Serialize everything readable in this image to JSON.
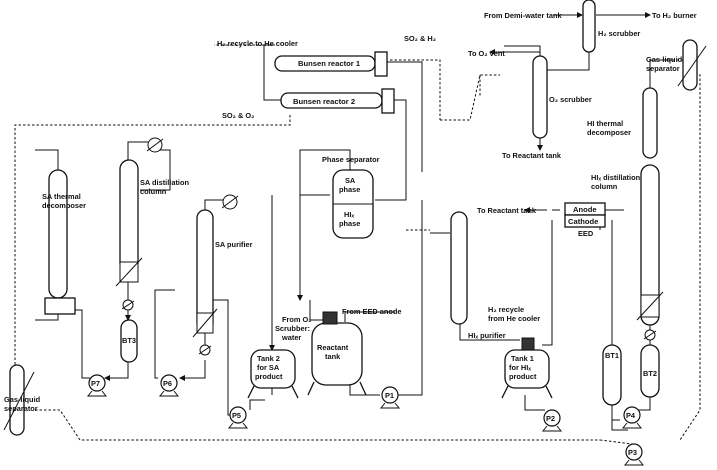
{
  "labels": {
    "from_demi": "From Demi-water tank",
    "to_h2_burner": "To H₂ burner",
    "h2_scrubber": "H₂ scrubber",
    "h2_recycle_he": "H₂ recycle to He cooler",
    "so2_h2": "SO₂ & H₂",
    "to_o2_vent": "To O₂ vent",
    "gas_liquid_sep_top": "Gas-liquid separator",
    "bunsen1": "Bunsen reactor 1",
    "bunsen2": "Bunsen reactor 2",
    "o2_scrubber": "O₂ scrubber",
    "so2_o2": "SO₂ & O₂",
    "hi_thermal": "HI thermal decomposer",
    "to_reactant_tank_1": "To Reactant tank",
    "phase_separator": "Phase separator",
    "sa_phase": "SA phase",
    "hi_phase": "HIₓ phase",
    "sa_distillation": "SA distillation column",
    "hi_distillation": "HIₓ distillation column",
    "sa_thermal": "SA thermal decomposer",
    "sa_purifier": "SA purifier",
    "to_reactant_tank_2": "To Reactant tank",
    "anode": "Anode",
    "cathode": "Cathode",
    "eed": "EED",
    "bt3": "BT3",
    "bt1": "BT1",
    "bt2": "BT2",
    "from_o2_scrubber": "From O₂ Scrubber: water",
    "from_eed_anode": "From EED anode",
    "h2_recycle_from_he": "H₂ recycle from He cooler",
    "hi_purifier": "HIₓ purifier",
    "tank2": "Tank 2 for SA product",
    "reactant_tank": "Reactant tank",
    "tank1": "Tank 1 for HIₓ product",
    "gas_liquid_sep_bottom": "Gas-liquid separator",
    "p1": "P1",
    "p2": "P2",
    "p3": "P3",
    "p4": "P4",
    "p5": "P5",
    "p6": "P6",
    "p7": "P7"
  }
}
